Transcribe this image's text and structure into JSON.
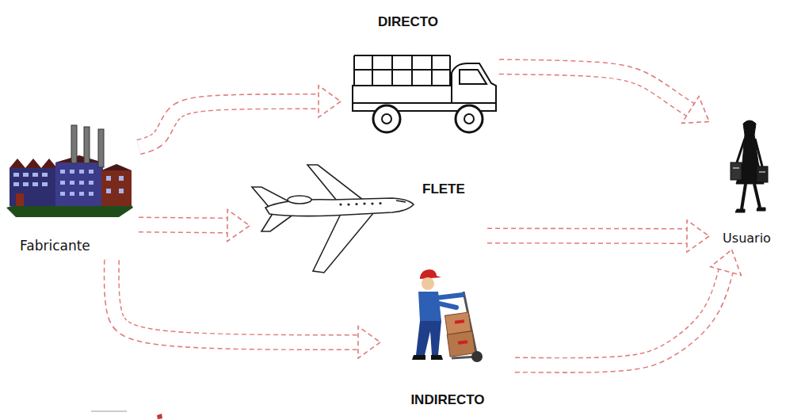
{
  "diagram": {
    "nodes": [
      {
        "text": [
          "Fabricante"
        ]
      },
      {
        "text": [
          "DIRECTO"
        ]
      },
      {
        "text": [
          "FLETE"
        ]
      },
      {
        "text": [
          "INDIRECTO"
        ]
      },
      {
        "text": [
          "Usuario"
        ]
      }
    ],
    "edges": [
      {
        "from": 0,
        "to": 1,
        "arrow": "to"
      },
      {
        "from": 1,
        "to": 4,
        "arrow": "to"
      },
      {
        "from": 0,
        "to": 2,
        "arrow": "to"
      },
      {
        "from": 2,
        "to": 4,
        "arrow": "to"
      },
      {
        "from": 0,
        "to": 3,
        "arrow": "to"
      },
      {
        "from": 3,
        "to": 4,
        "arrow": "to"
      }
    ]
  }
}
